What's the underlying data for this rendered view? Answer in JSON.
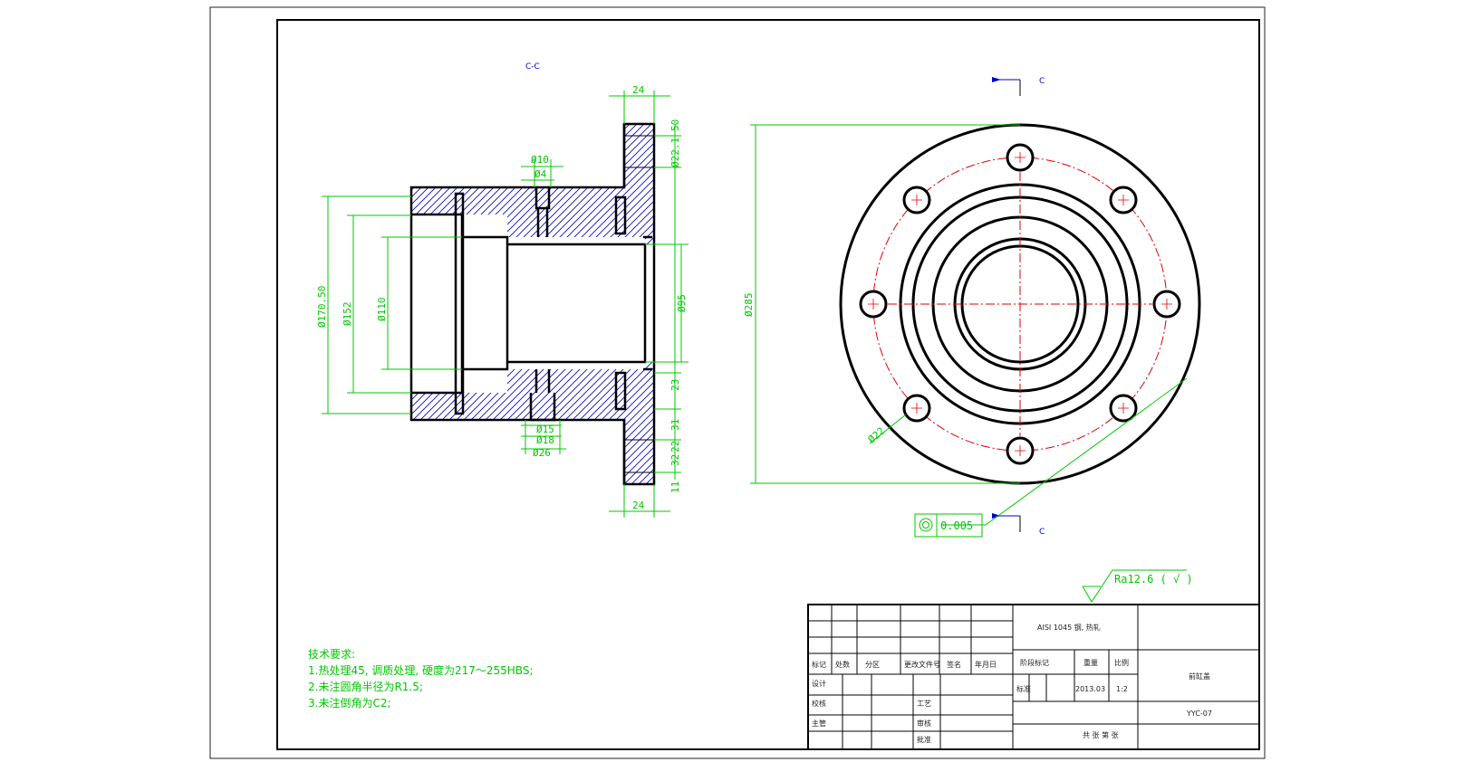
{
  "section_label": "C-C",
  "section_mark": "C",
  "dims": {
    "top_width": "24",
    "bottom_width": "24",
    "d10": "Ø10",
    "d4": "Ø4",
    "d170": "Ø170.50",
    "d152": "Ø152",
    "d110": "Ø110",
    "d95": "Ø95",
    "d221": "Ø22.1",
    "v50": "50",
    "v23": "23",
    "v31": "31",
    "v32": "32",
    "v22": "22",
    "v11": "11",
    "d15": "Ø15",
    "d18": "Ø18",
    "d26": "Ø26",
    "d285": "Ø285",
    "d22": "Ø22"
  },
  "tolerance": {
    "value": "0.005"
  },
  "roughness": "Ra12.6 ( √ )",
  "tech_notes": {
    "title": "技术要求:",
    "lines": [
      "1.热处理45, 调质处理, 硬度为217～255HBS;",
      "2.未注圆角半径为R1.5;",
      "3.未注倒角为C2;"
    ]
  },
  "title_block": {
    "material": "AISI 1045 钢, 热轧",
    "part_name": "前缸盖",
    "drawing_no": "YYC-07",
    "scale": "1:2",
    "date": "2013.03",
    "headers": [
      "标记",
      "处数",
      "分区",
      "更改文件号",
      "签名",
      "年月日"
    ],
    "stage_mark": "阶段标记",
    "weight": "重量",
    "scale_label": "比例",
    "design": "设计",
    "check": "校核",
    "supervisor": "主管",
    "process": "工艺",
    "review": "审核",
    "approve": "批准",
    "standard": "标准",
    "sheet": "共 张 第 张"
  }
}
